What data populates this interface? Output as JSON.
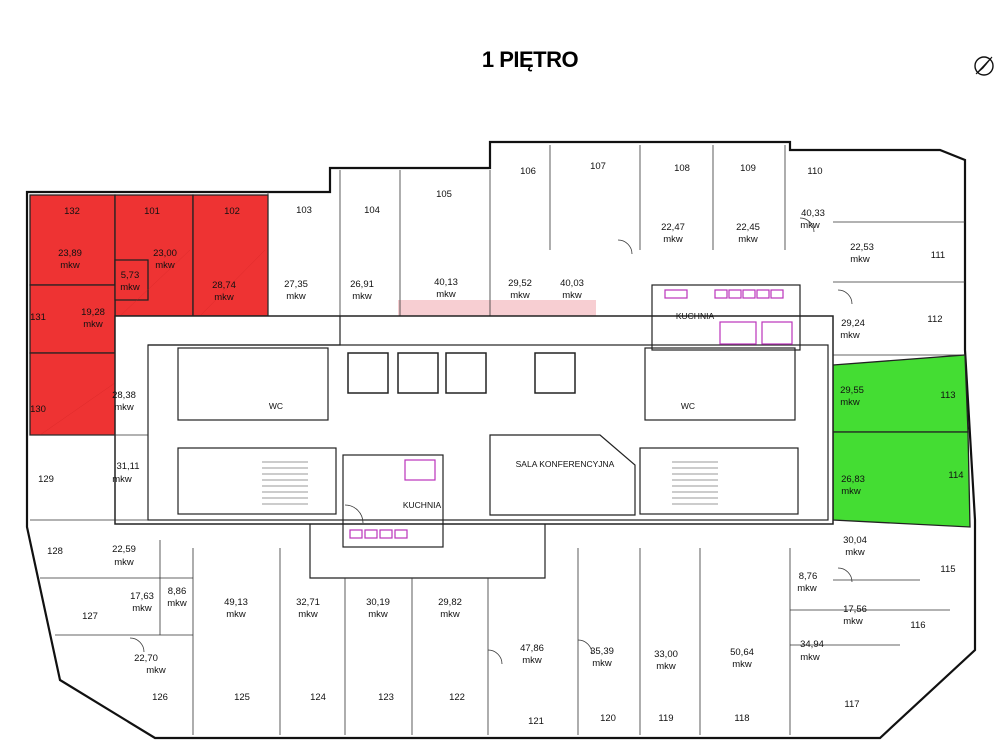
{
  "title": "1 PIĘTRO",
  "icons": {
    "compass": "compass-icon",
    "watermark": "logo-watermark"
  },
  "colors": {
    "occupied": "#ee3333",
    "available": "#44dd33",
    "watermark": "#f3b3b8"
  },
  "unit": "mkw",
  "rooms": [
    {
      "id": "132",
      "area": "23,89",
      "status": "occupied"
    },
    {
      "id": "101",
      "area": "23,00",
      "status": "occupied"
    },
    {
      "id": "102",
      "area": "28,74",
      "status": "occupied"
    },
    {
      "id": "131",
      "area": "19,28",
      "status": "occupied"
    },
    {
      "id": "130",
      "area": "28,38",
      "status": "occupied"
    },
    {
      "id": "small",
      "area": "5,73",
      "status": "occupied"
    },
    {
      "id": "103",
      "area": "27,35",
      "status": "free"
    },
    {
      "id": "104",
      "area": "26,91",
      "status": "free"
    },
    {
      "id": "105",
      "area": "40,13",
      "status": "free"
    },
    {
      "id": "106",
      "area": "29,52",
      "status": "free"
    },
    {
      "id": "107",
      "area": "40,03",
      "status": "free"
    },
    {
      "id": "108",
      "area": "22,47",
      "status": "free"
    },
    {
      "id": "109",
      "area": "22,45",
      "status": "free"
    },
    {
      "id": "110",
      "area": "40,33",
      "status": "free"
    },
    {
      "id": "111",
      "area": "22,53",
      "status": "free"
    },
    {
      "id": "112",
      "area": "29,24",
      "status": "free"
    },
    {
      "id": "113",
      "area": "29,55",
      "status": "available"
    },
    {
      "id": "114",
      "area": "26,83",
      "status": "available"
    },
    {
      "id": "115",
      "area": "30,04",
      "status": "free"
    },
    {
      "id": "116",
      "area": "17,56",
      "status": "free"
    },
    {
      "id": "117",
      "area": "34,94",
      "status": "free"
    },
    {
      "id": "118",
      "area": "50,64",
      "status": "free"
    },
    {
      "id": "119",
      "area": "33,00",
      "status": "free"
    },
    {
      "id": "120",
      "area": "35,39",
      "status": "free"
    },
    {
      "id": "121",
      "area": "47,86",
      "status": "free"
    },
    {
      "id": "122",
      "area": "29,82",
      "status": "free"
    },
    {
      "id": "123",
      "area": "30,19",
      "status": "free"
    },
    {
      "id": "124",
      "area": "32,71",
      "status": "free"
    },
    {
      "id": "125",
      "area": "49,13",
      "status": "free"
    },
    {
      "id": "126",
      "area": "22,70",
      "status": "free"
    },
    {
      "id": "127",
      "area": "17,63",
      "status": "free"
    },
    {
      "id": "128",
      "area": "22,59",
      "status": "free"
    },
    {
      "id": "129",
      "area": "31,11",
      "status": "free"
    },
    {
      "id": "misc1",
      "area": "8,86",
      "status": "free"
    },
    {
      "id": "misc2",
      "area": "8,76",
      "status": "free"
    }
  ],
  "labels": {
    "kuchnia": "KUCHNIA",
    "wc": "WC",
    "sala": "SALA  KONFERENCYJNA"
  }
}
